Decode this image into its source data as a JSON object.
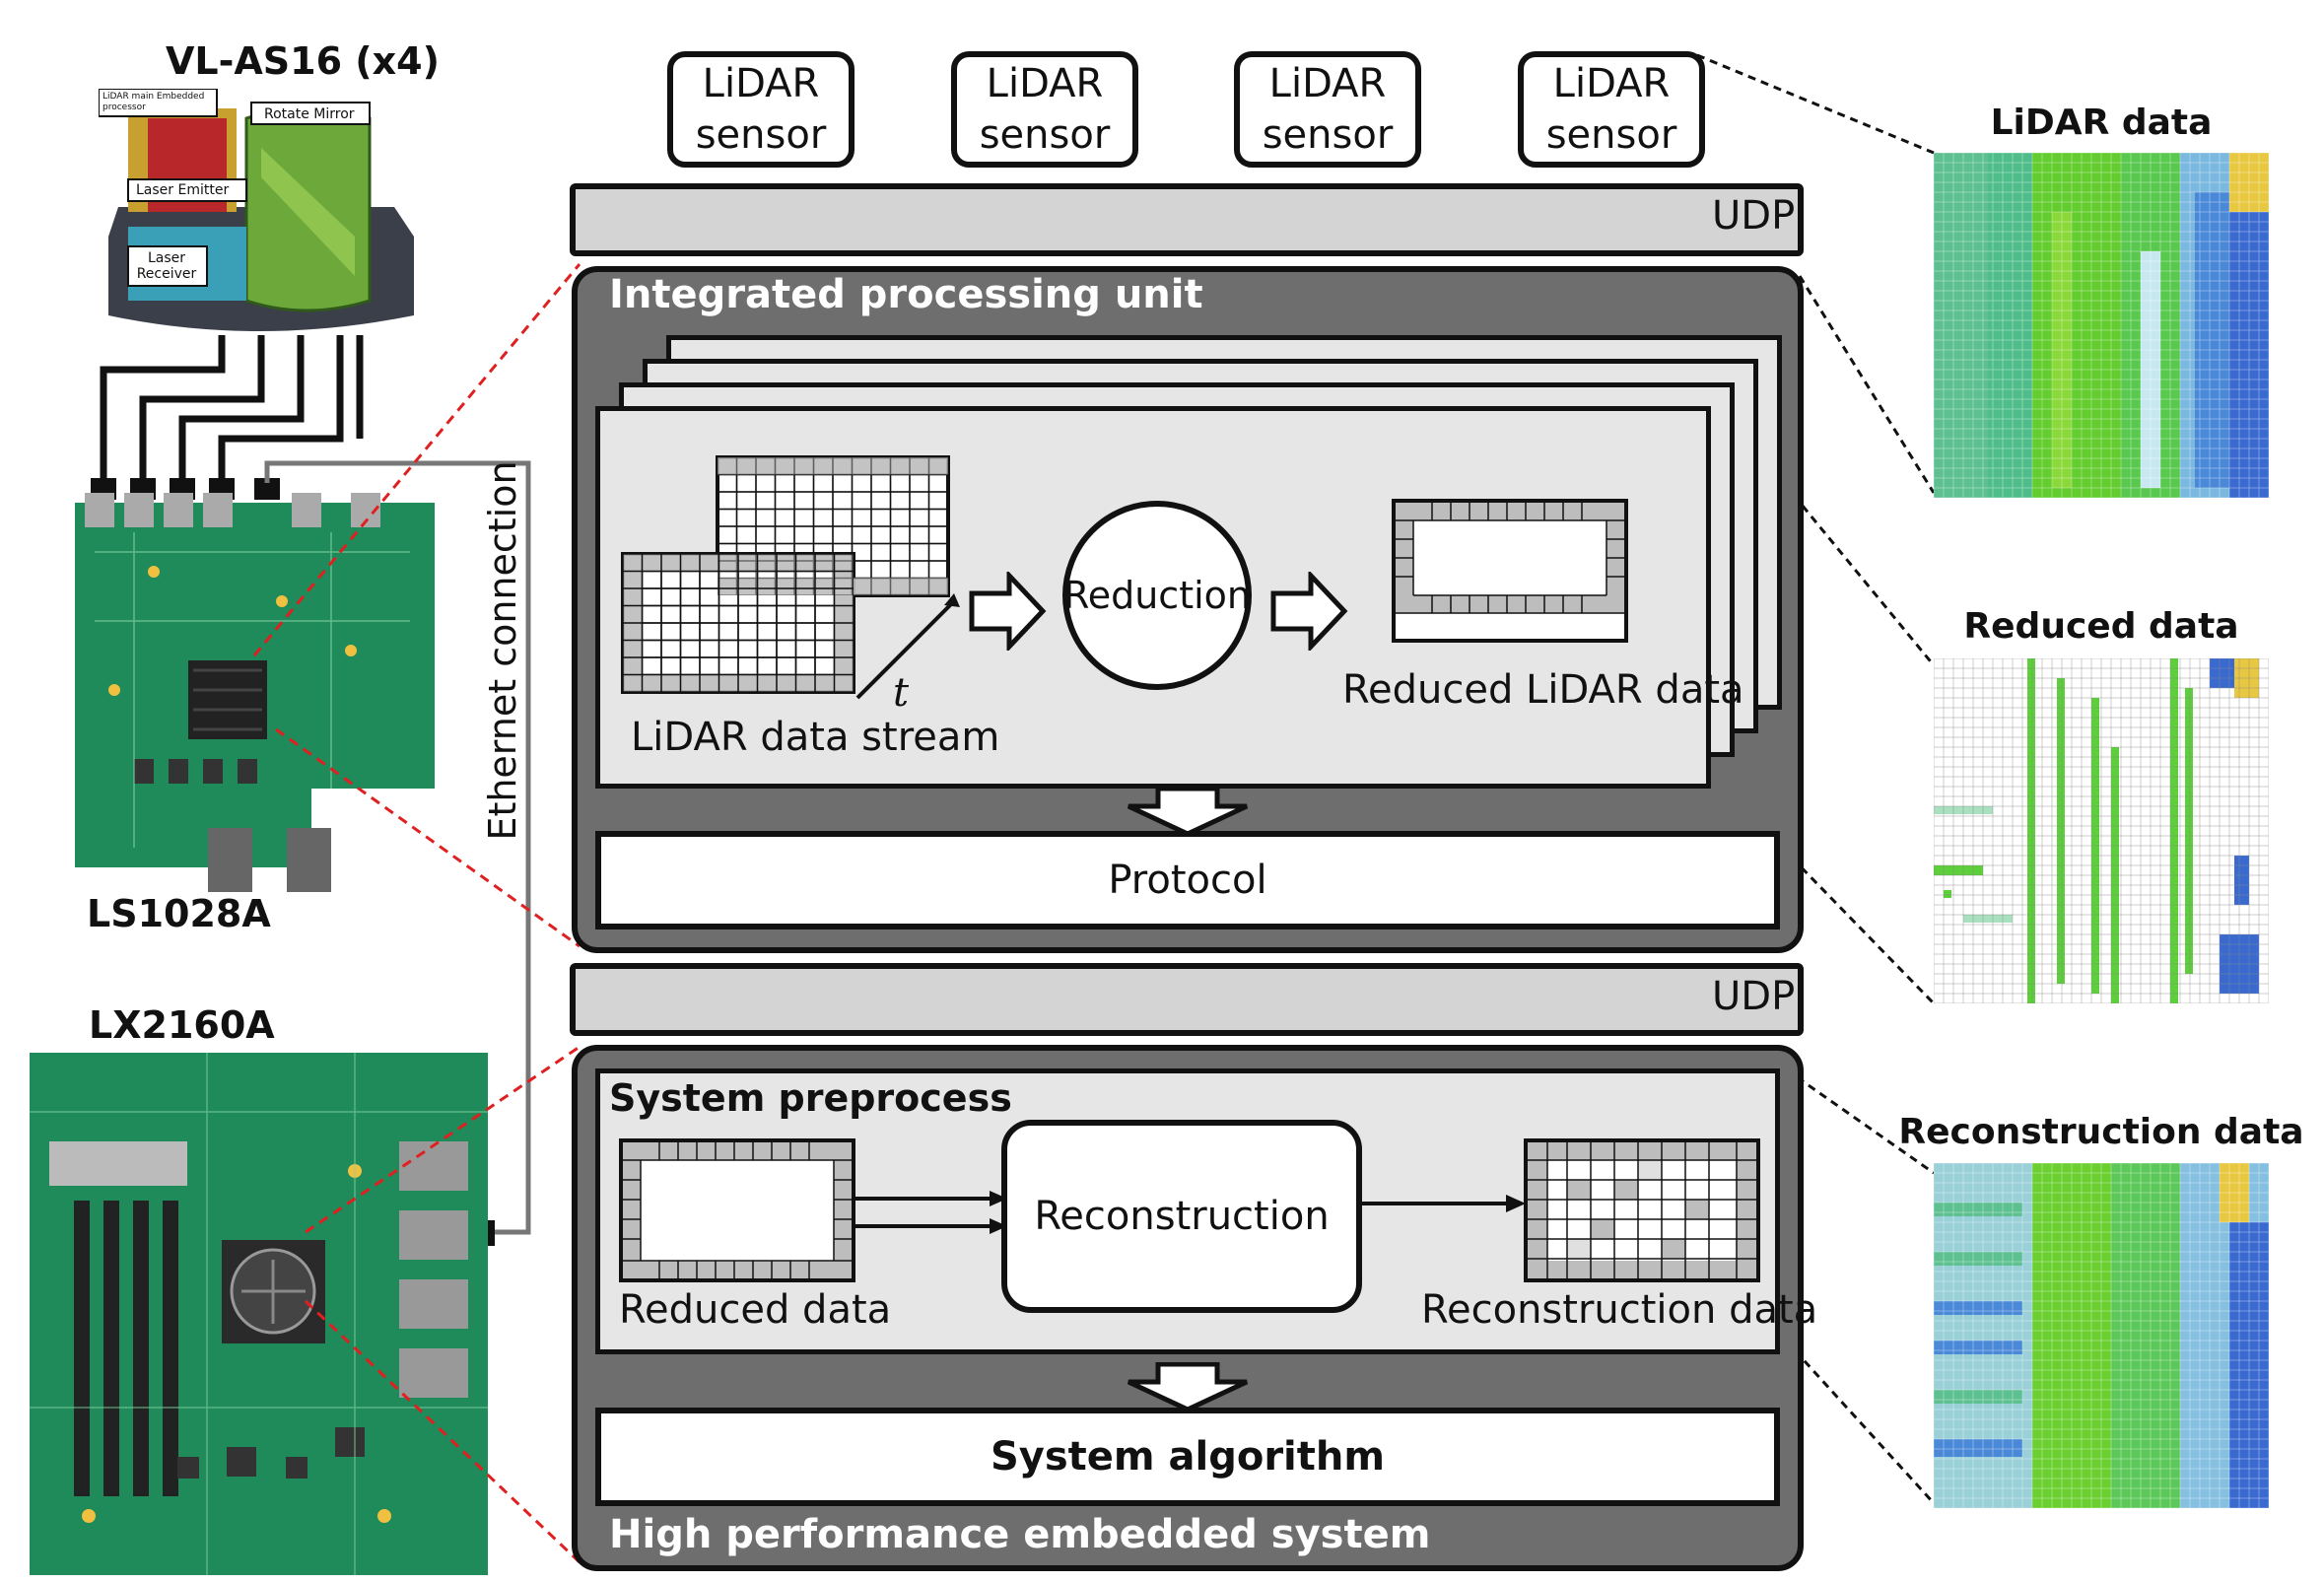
{
  "hardware": {
    "sensor_photo_title": "VL-AS16 (x4)",
    "sensor_parts": [
      "LiDAR main Embedded processor",
      "Rotate Mirror",
      "Laser Emitter",
      "Laser Receiver"
    ],
    "board1_label": "LS1028A",
    "board2_label": "LX2160A",
    "connection_label": "Ethernet connection"
  },
  "sensors": [
    {
      "line1": "LiDAR",
      "line2": "sensor"
    },
    {
      "line1": "LiDAR",
      "line2": "sensor"
    },
    {
      "line1": "LiDAR",
      "line2": "sensor"
    },
    {
      "line1": "LiDAR",
      "line2": "sensor"
    }
  ],
  "udp_top": "UDP",
  "udp_mid": "UDP",
  "integrated": {
    "title": "Integrated processing unit",
    "stream_label": "LiDAR data stream",
    "time_label": "t",
    "reduction_label": "Reduction",
    "reduced_label": "Reduced LiDAR data",
    "protocol_label": "Protocol"
  },
  "hpes": {
    "title": "High performance embedded system",
    "preprocess_title": "System preprocess",
    "reduced_label": "Reduced data",
    "reconstruction_label": "Reconstruction",
    "recon_data_label": "Reconstruction data",
    "algorithm_label": "System algorithm"
  },
  "heatmaps": {
    "lidar_title": "LiDAR data",
    "reduced_title": "Reduced data",
    "recon_title": "Reconstruction data"
  },
  "colors": {
    "dark_panel": "#6e6e6e",
    "light_panel": "#e6e6e6",
    "bar": "#d4d4d4",
    "leader_red": "#e02020",
    "board_green": "#1f8a5a"
  }
}
